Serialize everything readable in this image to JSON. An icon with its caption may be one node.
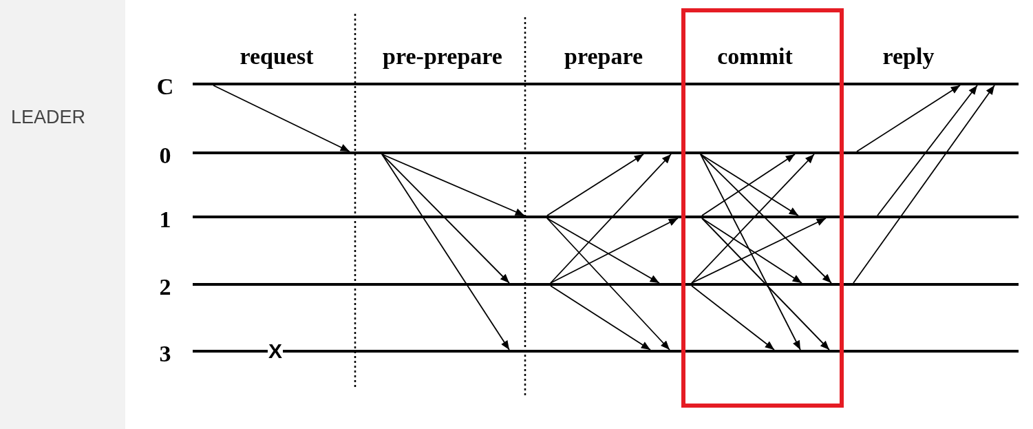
{
  "diagram": {
    "nodes": [
      {
        "text": [],
        "shape": "bar",
        "beside": [
          "C"
        ]
      },
      {
        "text": [],
        "shape": "bar",
        "beside": [
          "0"
        ]
      },
      {
        "text": [],
        "shape": "bar",
        "beside": [
          "1"
        ]
      },
      {
        "text": [],
        "shape": "bar",
        "beside": [
          "2"
        ]
      },
      {
        "text": [],
        "shape": "bar",
        "beside": [
          "3"
        ]
      }
    ],
    "edges": [
      {
        "from": 0,
        "to": 1,
        "arrow": "to"
      },
      {
        "from": 1,
        "to": 2,
        "arrow": "to"
      },
      {
        "from": 1,
        "to": 3,
        "arrow": "to"
      },
      {
        "from": 1,
        "to": 4,
        "arrow": "to"
      },
      {
        "from": 2,
        "to": 1,
        "arrow": "to"
      },
      {
        "from": 2,
        "to": 3,
        "arrow": "to"
      },
      {
        "from": 2,
        "to": 4,
        "arrow": "to"
      },
      {
        "from": 3,
        "to": 1,
        "arrow": "to"
      },
      {
        "from": 3,
        "to": 2,
        "arrow": "to"
      },
      {
        "from": 3,
        "to": 4,
        "arrow": "to"
      },
      {
        "from": 1,
        "to": 2,
        "arrow": "to"
      },
      {
        "from": 1,
        "to": 3,
        "arrow": "to"
      },
      {
        "from": 1,
        "to": 4,
        "arrow": "to"
      },
      {
        "from": 2,
        "to": 1,
        "arrow": "to"
      },
      {
        "from": 2,
        "to": 3,
        "arrow": "to"
      },
      {
        "from": 2,
        "to": 4,
        "arrow": "to"
      },
      {
        "from": 3,
        "to": 1,
        "arrow": "to"
      },
      {
        "from": 3,
        "to": 2,
        "arrow": "to"
      },
      {
        "from": 3,
        "to": 4,
        "arrow": "to"
      },
      {
        "from": 1,
        "to": 0,
        "arrow": "to"
      },
      {
        "from": 2,
        "to": 0,
        "arrow": "to"
      },
      {
        "from": 3,
        "to": 0,
        "arrow": "to"
      }
    ],
    "labels": [
      "request",
      "pre-prepare",
      "prepare",
      "commit",
      "reply",
      "LEADER",
      "X"
    ]
  }
}
